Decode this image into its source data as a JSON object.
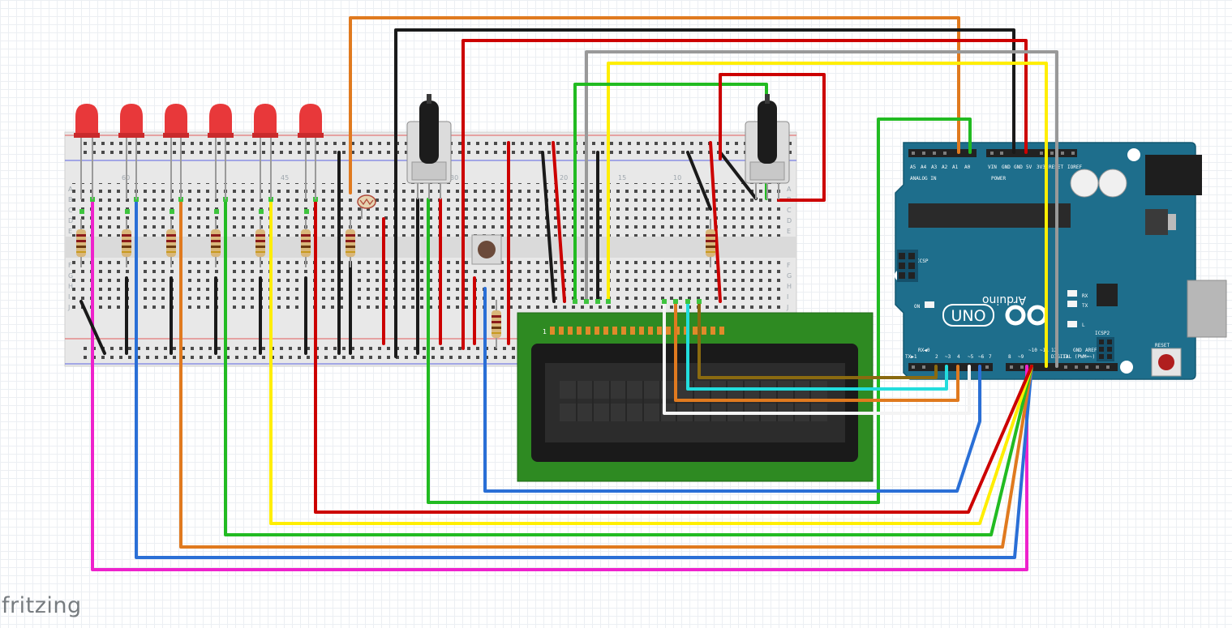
{
  "brand": "fritzing",
  "breadboard": {
    "left_col_label": "60",
    "mid_col_labels": [
      "45",
      "30",
      "20",
      "15",
      "10"
    ],
    "row_labels_left": [
      "A",
      "B",
      "C",
      "D",
      "E",
      "F",
      "G",
      "H",
      "I",
      "J"
    ],
    "row_labels_right": [
      "A",
      "B",
      "C",
      "D",
      "E",
      "F",
      "G",
      "H",
      "I",
      "J"
    ]
  },
  "arduino": {
    "logo": "UNO",
    "brand_text": "Arduino",
    "analog_in_label": "ANALOG IN",
    "analog_pins": [
      "A5",
      "A4",
      "A3",
      "A2",
      "A1",
      "A0"
    ],
    "power_label": "POWER",
    "power_pins": [
      "VIN",
      "GND",
      "GND",
      "5V",
      "3V3",
      "RESET",
      "IOREF"
    ],
    "digital_label": "DIGITAL (PWM=~)",
    "digital_pins": [
      "TX▶1",
      "RX◀0",
      "2",
      "~3",
      "4",
      "~5",
      "~6",
      "7",
      "8",
      "~9",
      "~10",
      "~11",
      "12",
      "13",
      "GND",
      "AREF"
    ],
    "icsp_label": "ICSP",
    "icsp2_label": "ICSP2",
    "reset_label": "RESET",
    "on_label": "ON",
    "tx_label": "TX",
    "rx_label": "RX",
    "l_label": "L"
  },
  "lcd": {
    "pin1_label": "1"
  },
  "colors": {
    "wire_orange": "#e07a1f",
    "wire_black": "#1a1a1a",
    "wire_red": "#cc0000",
    "wire_gray": "#999999",
    "wire_yellow": "#ffee00",
    "wire_green": "#22bb22",
    "wire_blue": "#2a6fd6",
    "wire_magenta": "#ee22cc",
    "wire_cyan": "#22dddd",
    "wire_brown": "#8a6a10",
    "wire_white": "#f4f4f4",
    "arduino_board": "#1e6e8c",
    "lcd_pcb": "#2e8a22",
    "led_red": "#e8383a"
  }
}
